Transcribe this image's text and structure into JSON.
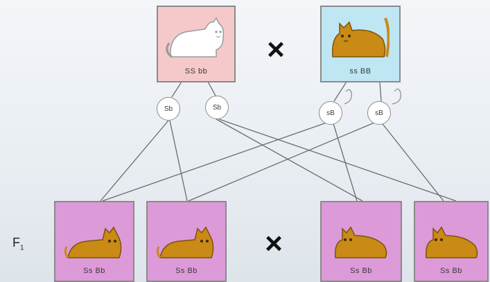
{
  "parents": [
    {
      "label": "SS bb",
      "bg": "#f5c9c9",
      "cat": "white"
    },
    {
      "label": "ss BB",
      "bg": "#bfe6f3",
      "cat": "orange"
    }
  ],
  "gametes_left": [
    "Sb",
    "Sb"
  ],
  "gametes_right": [
    "sB",
    "sB"
  ],
  "cross_symbol": "×",
  "generation_label": "F",
  "generation_sub": "1",
  "offspring": [
    {
      "label": "Ss Bb"
    },
    {
      "label": "Ss Bb"
    },
    {
      "label": "Ss Bb"
    },
    {
      "label": "Ss Bb"
    }
  ],
  "colors": {
    "offspring_bg": "#dd9ad9",
    "cat_orange": "#c98a16",
    "cat_white": "#ffffff",
    "line": "#6b6b6b"
  }
}
